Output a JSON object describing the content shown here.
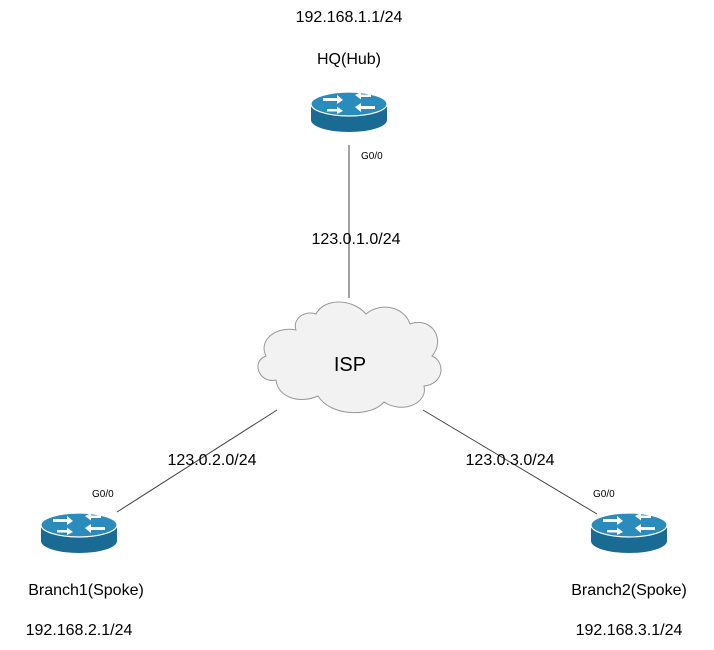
{
  "hq": {
    "lan": "192.168.1.1/24",
    "name": "HQ(Hub)",
    "interface": "G0/0",
    "wan_subnet": "123.0.1.0/24"
  },
  "isp": {
    "label": "ISP"
  },
  "branch1": {
    "name": "Branch1(Spoke)",
    "lan": "192.168.2.1/24",
    "interface": "G0/0",
    "wan_subnet": "123.0.2.0/24"
  },
  "branch2": {
    "name": "Branch2(Spoke)",
    "lan": "192.168.3.1/24",
    "interface": "G0/0",
    "wan_subnet": "123.0.3.0/24"
  },
  "colors": {
    "router": "#1a6b94",
    "router_top": "#2288b8",
    "cloud_fill": "#f2f2f2",
    "cloud_stroke": "#999999",
    "link": "#444444"
  }
}
